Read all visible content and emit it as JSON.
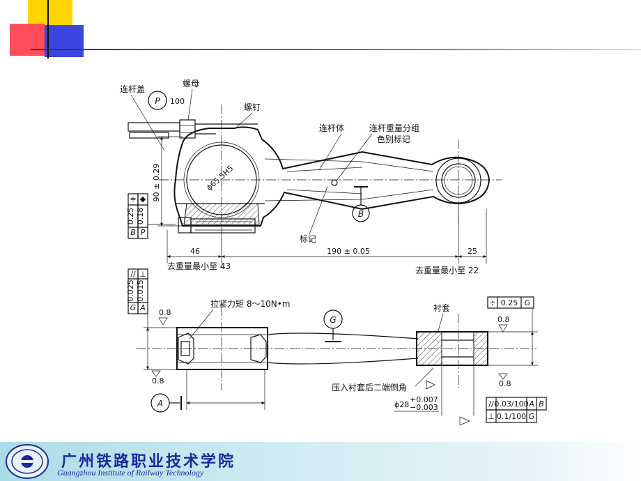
{
  "drawing": {
    "top": {
      "cap": "连杆盖",
      "nut": "螺母",
      "bolt": "螺钉",
      "rod_body": "连杆体",
      "weight_mark": [
        "连杆重量分组",
        "色别标记"
      ],
      "mark": "标记",
      "datum_p": "P",
      "p_value": "100",
      "datum_b": "B",
      "bore": "ϕ65.5H5",
      "height": "90 ± 0.29",
      "tol_parallel": "0.25",
      "tol_parallel_ref": "B",
      "tol_position": "0.18",
      "tol_position_ref": "P",
      "dim_46": "46",
      "center_dist": "190 ± 0.05",
      "dim_25": "25",
      "remove_left": "去重量最小至 43",
      "remove_right": "去重量最小至 22"
    },
    "bottom": {
      "tol_parallel": "0.025",
      "tol_parallel_ref": "G",
      "tol_perp": "0.015",
      "tol_perp_ref": "A",
      "torque": "拉紧力矩 8～10N•m",
      "datum_g": "G",
      "bushing": "衬套",
      "right_tol": "0.25",
      "right_tol_ref": "G",
      "rough_tl": "0.8",
      "rough_bl": "0.8",
      "rough_tr": "0.8",
      "rough_br": "0.8",
      "datum_a": "A",
      "chamfer_note": "压入衬套后二端倒角",
      "dia28_base": "ϕ28",
      "dia28_upper": "+0.007",
      "dia28_lower": "−0.003",
      "fcf1_val": "0.03/100",
      "fcf1_ref1": "A",
      "fcf1_ref2": "B",
      "fcf2_val": "0.1/100",
      "fcf2_ref": "G"
    }
  },
  "footer": {
    "school_cn": "广州铁路职业技术学院",
    "school_en": "Guangzhou Institute of Railway Technology"
  }
}
